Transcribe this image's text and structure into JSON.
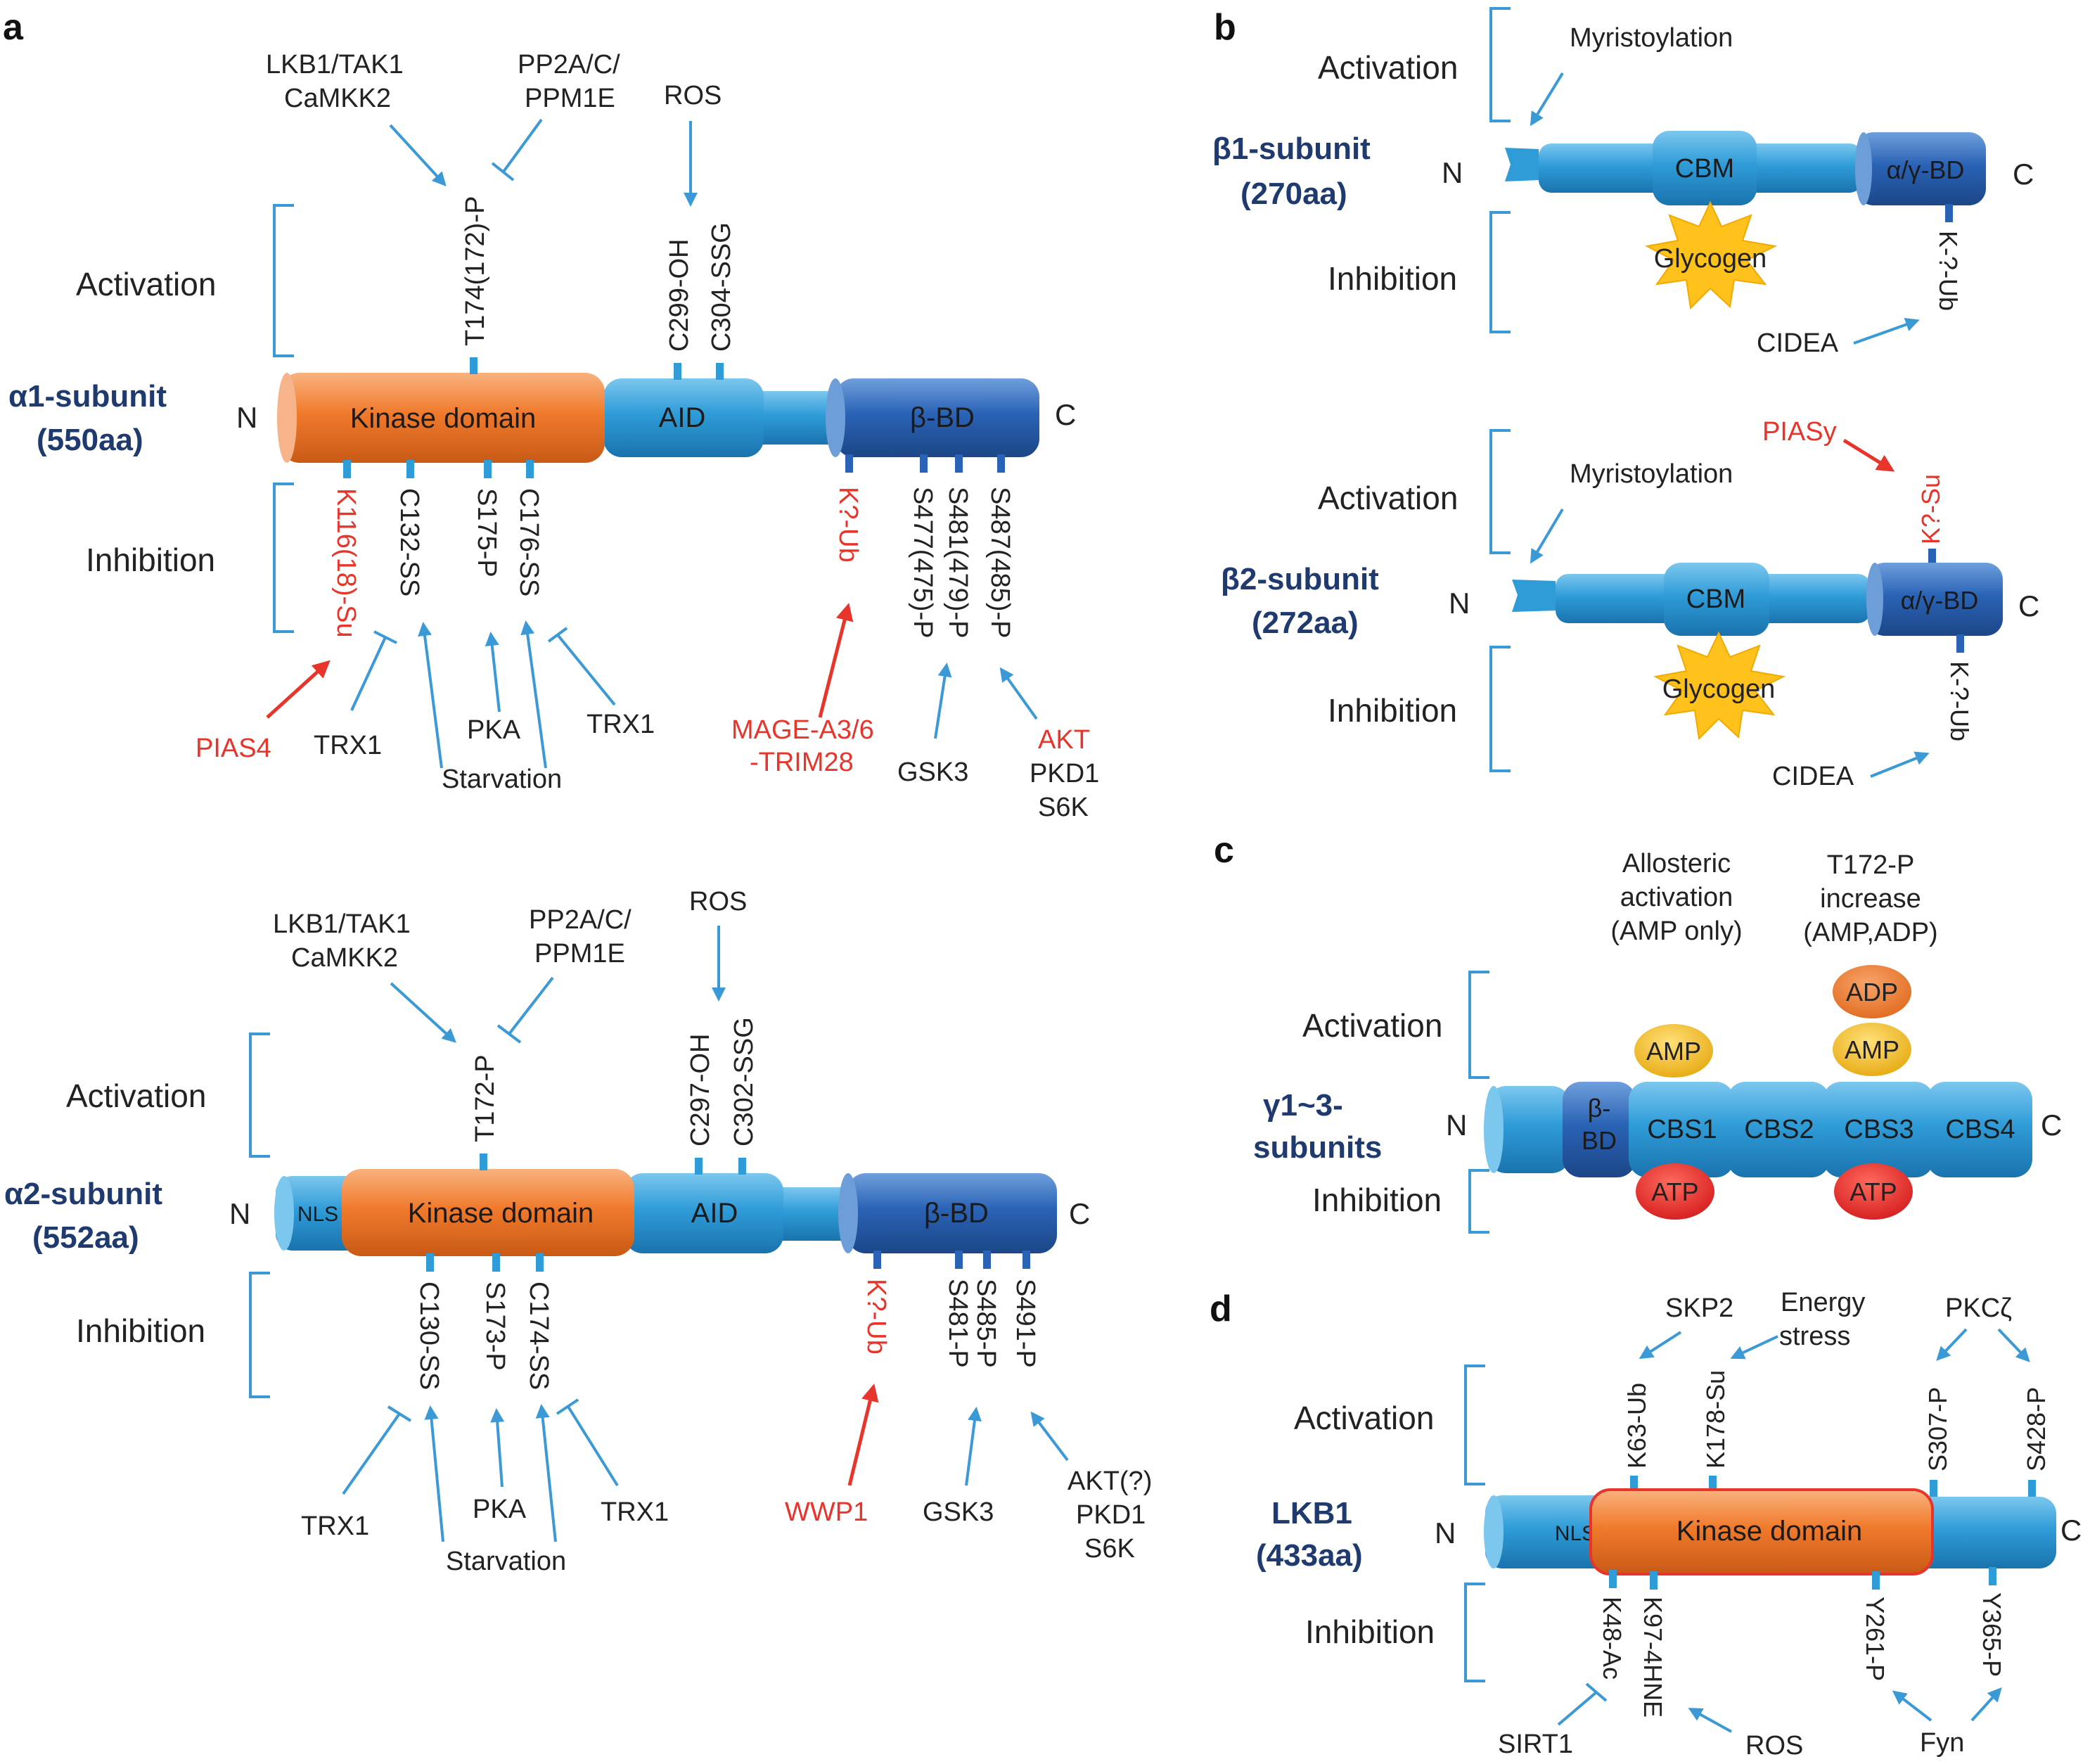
{
  "colors": {
    "cyan": "#2f9cd8",
    "cyan_dark": "#1c7fbe",
    "blue_bd": "#2a63b5",
    "orange": "#f07a2c",
    "red_text": "#e8352b",
    "navy_text": "#1f3a6e",
    "arrow_blue": "#3b9ad6",
    "arrow_red": "#e8352b",
    "glycogen": "#ffc21d",
    "amp": "#f2b91a",
    "adp": "#f07a2c",
    "atp": "#e5262a"
  },
  "panel_a1": {
    "panel_letter": "a",
    "subunit": "α1-subunit",
    "length": "(550aa)",
    "n": "N",
    "c": "C",
    "kinase": "Kinase domain",
    "aid": "AID",
    "bbd": "β-BD",
    "activation": "Activation",
    "inhibition": "Inhibition",
    "up_sites": [
      "T174(172)-P",
      "C299-OH",
      "C304-SSG"
    ],
    "regulators_up": [
      "LKB1/TAK1",
      "CaMKK2",
      "PP2A/C/",
      "PPM1E",
      "ROS"
    ],
    "down_sites": [
      "K116(18)-Su",
      "C132-SS",
      "S175-P",
      "C176-SS",
      "K?-Ub",
      "S477(475)-P",
      "S481(479)-P",
      "S487(485)-P"
    ],
    "regulators_down": [
      "PIAS4",
      "TRX1",
      "Starvation",
      "PKA",
      "TRX1",
      "MAGE-A3/6",
      "-TRIM28",
      "GSK3",
      "AKT",
      "PKD1",
      "S6K"
    ]
  },
  "panel_a2": {
    "subunit": "α2-subunit",
    "length": "(552aa)",
    "n": "N",
    "c": "C",
    "nls": "NLS",
    "kinase": "Kinase domain",
    "aid": "AID",
    "bbd": "β-BD",
    "activation": "Activation",
    "inhibition": "Inhibition",
    "up_sites": [
      "T172-P",
      "C297-OH",
      "C302-SSG"
    ],
    "regulators_up": [
      "LKB1/TAK1",
      "CaMKK2",
      "PP2A/C/",
      "PPM1E",
      "ROS"
    ],
    "down_sites": [
      "C130-SS",
      "S173-P",
      "C174-SS",
      "K?-Ub",
      "S481-P",
      "S485-P",
      "S491-P"
    ],
    "regulators_down": [
      "TRX1",
      "Starvation",
      "PKA",
      "TRX1",
      "WWP1",
      "GSK3",
      "AKT(?)",
      "PKD1",
      "S6K"
    ]
  },
  "panel_b1": {
    "panel_letter": "b",
    "subunit": "β1-subunit",
    "length": "(270aa)",
    "n": "N",
    "c": "C",
    "cbm": "CBM",
    "agbd": "α/γ-BD",
    "activation": "Activation",
    "inhibition": "Inhibition",
    "myristoylation": "Myristoylation",
    "glycogen": "Glycogen",
    "site": "K-?-Ub",
    "cidea": "CIDEA"
  },
  "panel_b2": {
    "subunit": "β2-subunit",
    "length": "(272aa)",
    "n": "N",
    "c": "C",
    "cbm": "CBM",
    "agbd": "α/γ-BD",
    "activation": "Activation",
    "inhibition": "Inhibition",
    "myristoylation": "Myristoylation",
    "glycogen": "Glycogen",
    "site": "K-?-Ub",
    "cidea": "CIDEA",
    "pias": "PIASy",
    "su_site": "K?-Su"
  },
  "panel_c": {
    "panel_letter": "c",
    "subunit_1": "γ1~3-",
    "subunit_2": "subunits",
    "n": "N",
    "c": "C",
    "bbd_1": "β-",
    "bbd_2": "BD",
    "cbs": [
      "CBS1",
      "CBS2",
      "CBS3",
      "CBS4"
    ],
    "activation": "Activation",
    "inhibition": "Inhibition",
    "allosteric": [
      "Allosteric",
      "activation",
      "(AMP only)"
    ],
    "t172": [
      "T172-P",
      "increase",
      "(AMP,ADP)"
    ],
    "amp": "AMP",
    "adp": "ADP",
    "atp": "ATP"
  },
  "panel_d": {
    "panel_letter": "d",
    "subunit": "LKB1",
    "length": "(433aa)",
    "n": "N",
    "c": "C",
    "nls": "NLS",
    "kinase": "Kinase domain",
    "activation": "Activation",
    "inhibition": "Inhibition",
    "up_sites": [
      "K63-Ub",
      "K178-Su",
      "S307-P",
      "S428-P"
    ],
    "regulators_up": [
      "SKP2",
      "Energy",
      "stress",
      "PKCζ"
    ],
    "down_sites": [
      "K48-Ac",
      "K97-4HNE",
      "Y261-P",
      "Y365-P"
    ],
    "regulators_down": [
      "SIRT1",
      "ROS",
      "Fyn"
    ]
  }
}
